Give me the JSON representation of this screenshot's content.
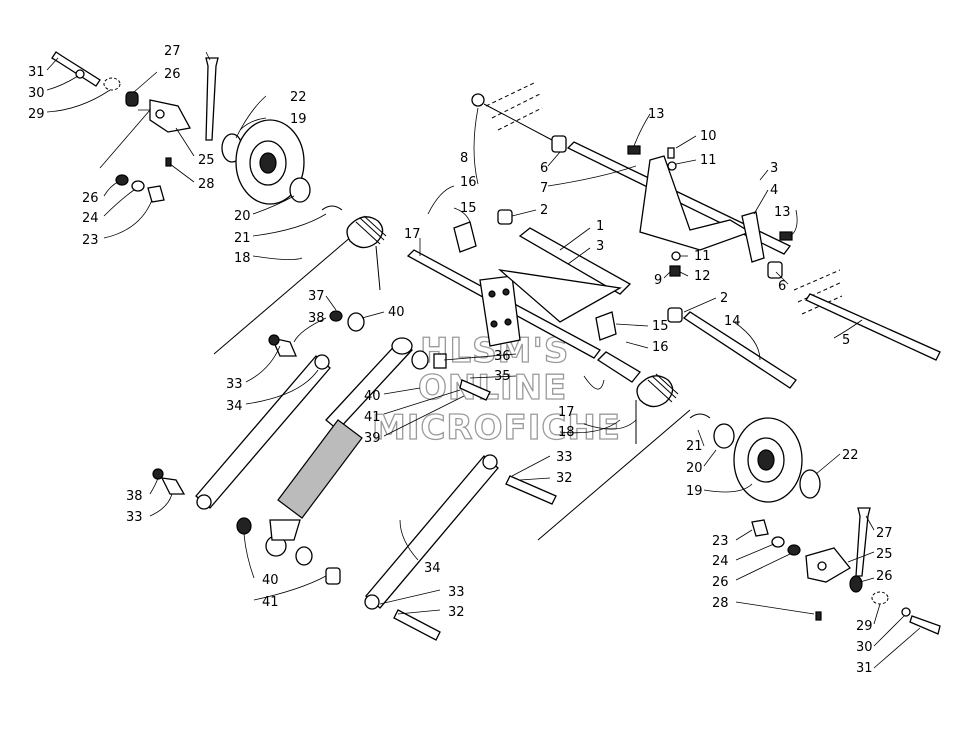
{
  "watermark": {
    "line1": "HLSM'S",
    "line2": "ONLINE",
    "line3": "MICROFICHE"
  },
  "callouts": {
    "c1": "1",
    "c2a": "2",
    "c2b": "2",
    "c3a": "3",
    "c3b": "3",
    "c4": "4",
    "c5": "5",
    "c6a": "6",
    "c6b": "6",
    "c7": "7",
    "c8": "8",
    "c9": "9",
    "c10": "10",
    "c11a": "11",
    "c11b": "11",
    "c12": "12",
    "c13a": "13",
    "c13b": "13",
    "c14": "14",
    "c15a": "15",
    "c15b": "15",
    "c16a": "16",
    "c16b": "16",
    "c17a": "17",
    "c17b": "17",
    "c18a": "18",
    "c18b": "18",
    "c19a": "19",
    "c19b": "19",
    "c20a": "20",
    "c20b": "20",
    "c21a": "21",
    "c21b": "21",
    "c22a": "22",
    "c22b": "22",
    "c23a": "23",
    "c23b": "23",
    "c24a": "24",
    "c24b": "24",
    "c25a": "25",
    "c25b": "25",
    "c26a": "26",
    "c26b": "26",
    "c26c": "26",
    "c26d": "26",
    "c27a": "27",
    "c27b": "27",
    "c28a": "28",
    "c28b": "28",
    "c29a": "29",
    "c29b": "29",
    "c30a": "30",
    "c30b": "30",
    "c31a": "31",
    "c31b": "31",
    "c32a": "32",
    "c32b": "32",
    "c33a": "33",
    "c33b": "33",
    "c33c": "33",
    "c33d": "33",
    "c34a": "34",
    "c34b": "34",
    "c35": "35",
    "c36": "36",
    "c37": "37",
    "c38a": "38",
    "c38b": "38",
    "c39": "39",
    "c40a": "40",
    "c40b": "40",
    "c40c": "40",
    "c41a": "41",
    "c41b": "41"
  }
}
